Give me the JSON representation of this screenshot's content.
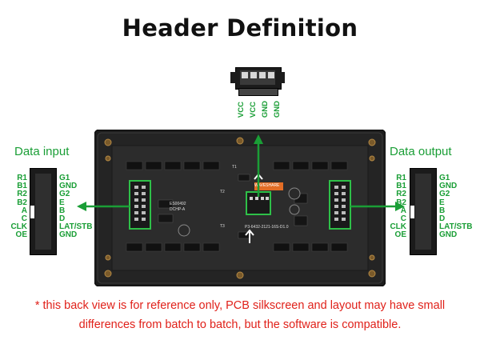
{
  "title": "Header Definition",
  "power_header": {
    "pins": [
      "VCC",
      "VCC",
      "GND",
      "GND"
    ]
  },
  "data_input": {
    "label": "Data input",
    "left_pins": [
      "R1",
      "B1",
      "R2",
      "B2",
      "A",
      "C",
      "CLK",
      "OE"
    ],
    "right_pins": [
      "G1",
      "GND",
      "G2",
      "E",
      "B",
      "D",
      "LAT/STB",
      "GND"
    ]
  },
  "data_output": {
    "label": "Data output",
    "left_pins": [
      "R1",
      "B1",
      "R2",
      "B2",
      "A",
      "C",
      "CLK",
      "OE"
    ],
    "right_pins": [
      "G1",
      "GND",
      "G2",
      "E",
      "B",
      "D",
      "LAT/STB",
      "GND"
    ]
  },
  "board_text": {
    "chip_logo": "WAVESHARE",
    "chip_model": "ES00492",
    "chip_sub": "DCHP-A",
    "part_number": "P3-6432-2121-16S-D1.0",
    "t1": "T1",
    "t2": "T2",
    "t3": "T3"
  },
  "note": {
    "line1": "* this back view is for reference only, PCB silkscreen and layout may have small",
    "line2": "differences from batch to batch, but the software is compatible."
  },
  "colors": {
    "accent_green": "#1a9e36",
    "note_red": "#e0211a",
    "panel_dark": "#2a2a2a"
  }
}
